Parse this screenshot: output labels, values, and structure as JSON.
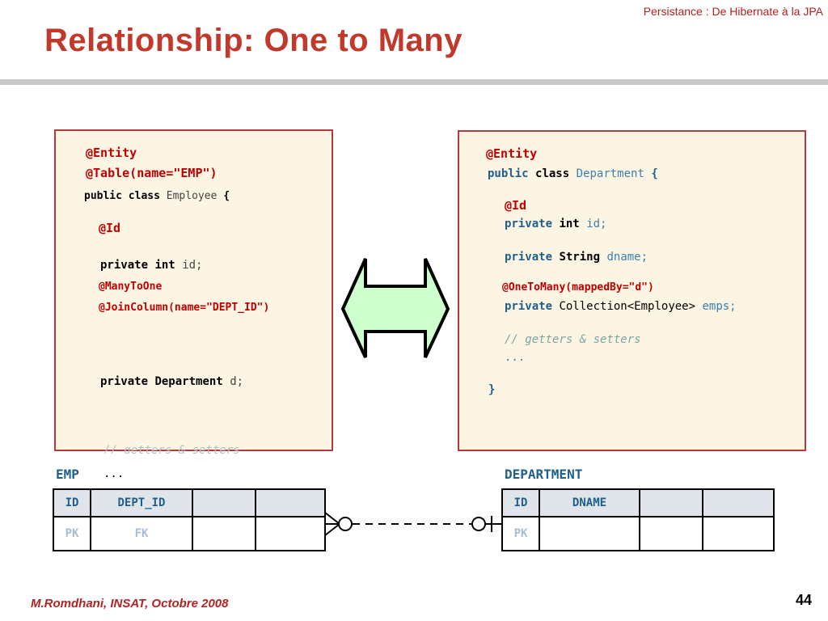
{
  "header": {
    "note": "Persistance : De Hibernate à la JPA",
    "title": "Relationship:  One to Many"
  },
  "employee_code": {
    "entity": "@Entity",
    "table": "@Table(name=\"EMP\")",
    "public": "public",
    "class": "class",
    "class_name": "Employee",
    "open_brace": "{",
    "id_anno": "@Id",
    "private": "private",
    "int": "int",
    "id_var": "id;",
    "many_to_one": "@ManyToOne",
    "join_column": "@JoinColumn(name=\"DEPT_ID\")",
    "department_type": "Department",
    "d_var": "d;",
    "getters_setters": "// getters & setters",
    "ellipsis": "...",
    "close_brace": "}"
  },
  "department_code": {
    "entity": "@Entity",
    "public": "public",
    "class": "class",
    "class_name": "Department",
    "open_brace": "{",
    "id_anno": "@Id",
    "private": "private",
    "int": "int",
    "id_var": "id;",
    "string_type": "String",
    "dname_var": "dname;",
    "one_to_many": "@OneToMany(mappedBy=\"d\")",
    "collection_type": "Collection<Employee>",
    "emps_var": "emps;",
    "getters_setters": "// getters & setters",
    "ellipsis": "...",
    "close_brace": "}"
  },
  "emp_table": {
    "name": "EMP",
    "headers": [
      "ID",
      "DEPT_ID",
      "",
      ""
    ],
    "row": [
      "PK",
      "FK",
      "",
      ""
    ]
  },
  "dept_table": {
    "name": "DEPARTMENT",
    "headers": [
      "ID",
      "DNAME",
      "",
      ""
    ],
    "row": [
      "PK",
      "",
      "",
      ""
    ]
  },
  "colors": {
    "accent": "#c0392b",
    "box_border": "#b53a3a",
    "box_fill": "#fdf5e3",
    "arrow_fill": "#ccffcc"
  },
  "footer": {
    "author": "M.Romdhani, INSAT, Octobre 2008",
    "page": "44"
  }
}
